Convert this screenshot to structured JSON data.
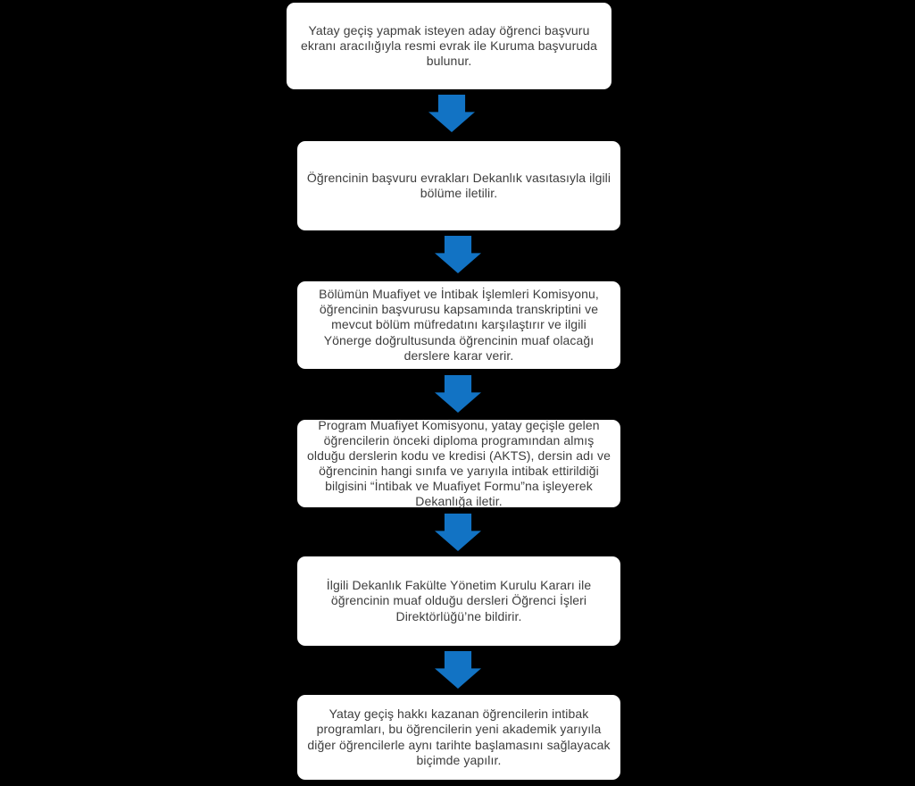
{
  "diagram": {
    "type": "flowchart",
    "direction": "top-down",
    "colors": {
      "background": "#000000",
      "box_fill": "#ffffff",
      "box_text": "#3d3d3d",
      "arrow": "#1273c4"
    },
    "connector_icon": "down-arrow-icon",
    "steps": [
      {
        "text": "Yatay geçiş yapmak isteyen aday öğrenci başvuru ekranı aracılığıyla resmi evrak ile Kuruma başvuruda bulunur."
      },
      {
        "text": "Öğrencinin başvuru evrakları Dekanlık vasıtasıyla ilgili bölüme iletilir."
      },
      {
        "text": "Bölümün Muafiyet ve İntibak İşlemleri Komisyonu, öğrencinin başvurusu kapsamında transkriptini ve mevcut bölüm müfredatını karşılaştırır ve ilgili Yönerge doğrultusunda öğrencinin muaf olacağı derslere karar verir."
      },
      {
        "text": "Program Muafiyet Komisyonu, yatay geçişle gelen öğrencilerin önceki diploma programından almış olduğu derslerin kodu ve kredisi (AKTS), dersin adı ve öğrencinin hangi sınıfa ve yarıyıla intibak ettirildiği bilgisini “İntibak ve Muafiyet Formu”na işleyerek Dekanlığa iletir."
      },
      {
        "text": "İlgili Dekanlık Fakülte Yönetim Kurulu Kararı ile öğrencinin muaf olduğu dersleri Öğrenci İşleri Direktörlüğü’ne bildirir."
      },
      {
        "text": "Yatay geçiş hakkı kazanan öğrencilerin intibak programları, bu öğrencilerin yeni akademik yarıyıla diğer öğrencilerle aynı tarihte başlamasını sağlayacak biçimde yapılır."
      }
    ]
  }
}
